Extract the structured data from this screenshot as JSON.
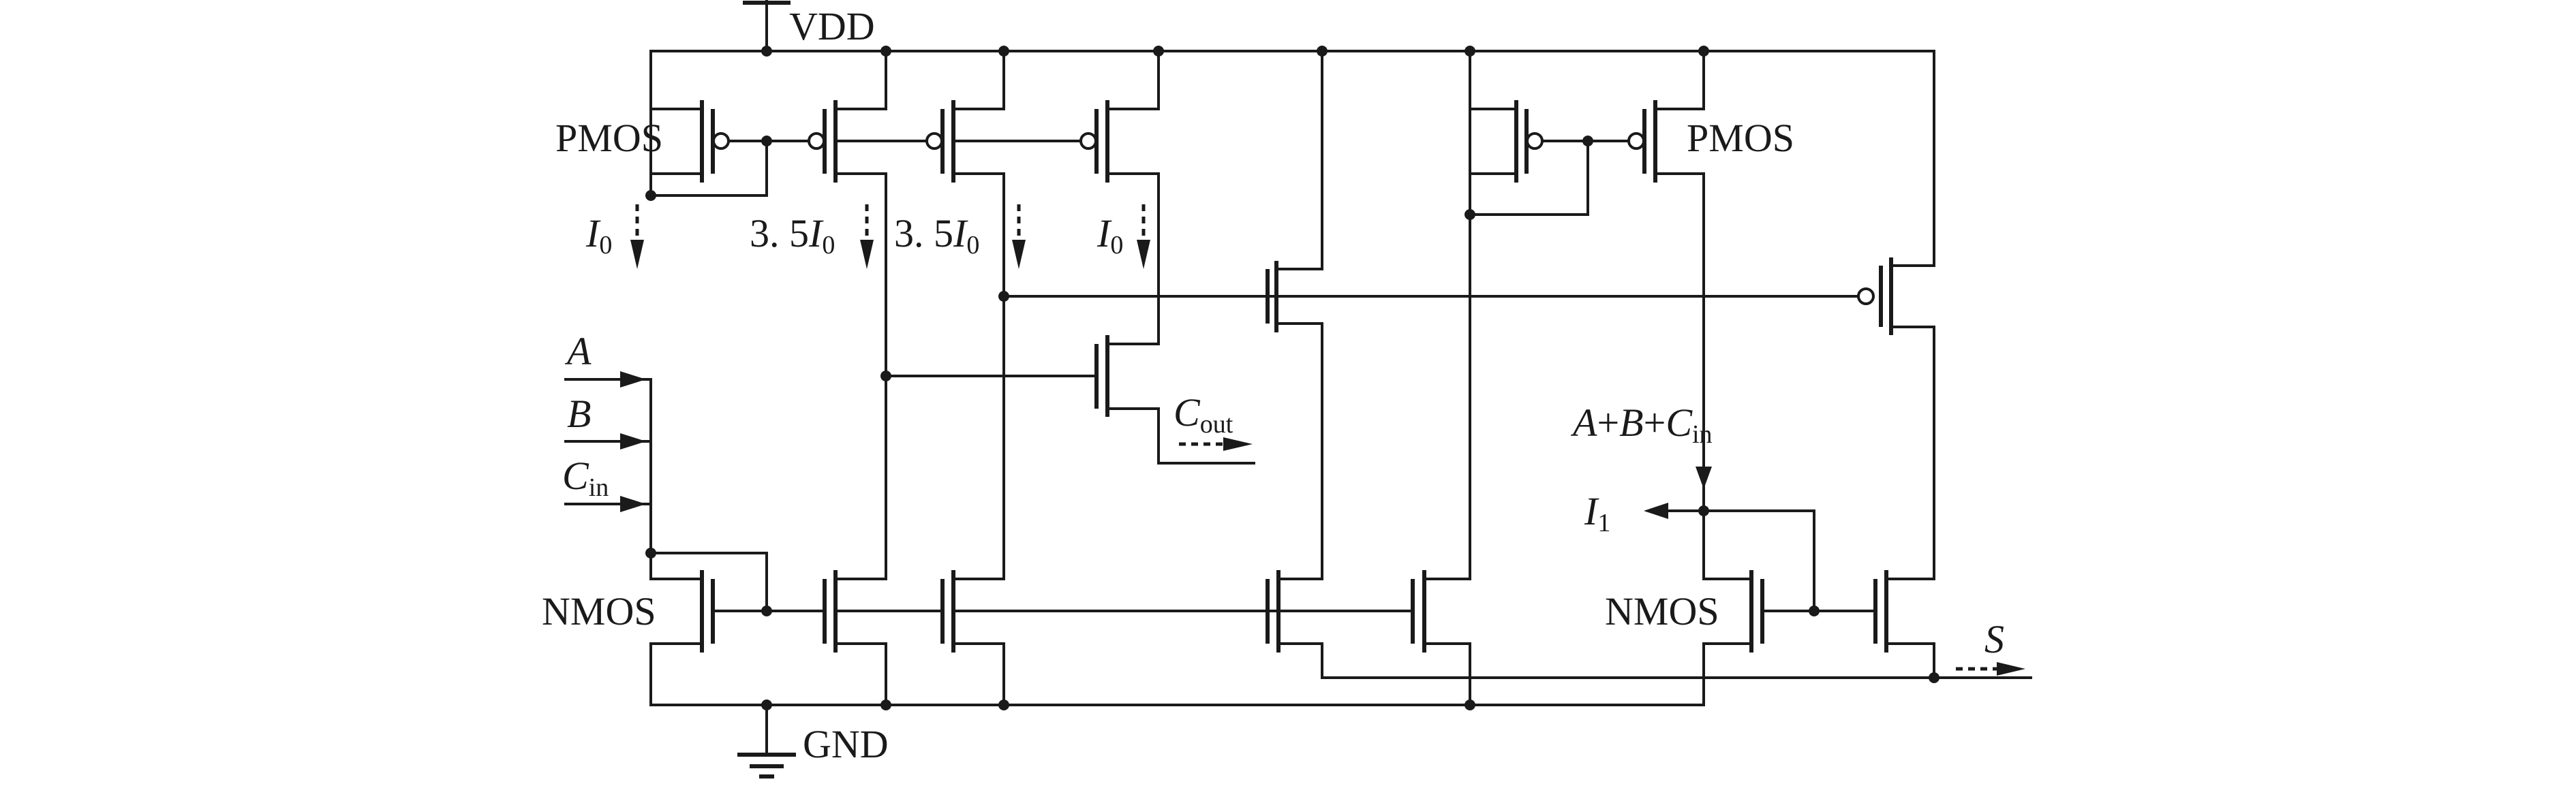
{
  "diagram": {
    "rails": {
      "vdd": "VDD",
      "gnd": "GND"
    },
    "device_types": {
      "pmos_left": "PMOS",
      "pmos_right": "PMOS",
      "nmos_left": "NMOS",
      "nmos_right": "NMOS"
    },
    "currents": {
      "i0_left": {
        "sym": "I",
        "sub": "0"
      },
      "i35_a": {
        "coef": "3. 5",
        "sym": "I",
        "sub": "0"
      },
      "i35_b": {
        "coef": "3. 5",
        "sym": "I",
        "sub": "0"
      },
      "i0_right": {
        "sym": "I",
        "sub": "0"
      },
      "i1": {
        "sym": "I",
        "sub": "1"
      }
    },
    "inputs": {
      "a": "A",
      "b": "B",
      "cin": {
        "sym": "C",
        "sub": "in"
      }
    },
    "outputs": {
      "cout": {
        "sym": "C",
        "sub": "out"
      },
      "s": "S"
    },
    "node_sum": {
      "a": "A",
      "plus1": "+",
      "b": "B",
      "plus2": "+",
      "c": "C",
      "sub": "in"
    }
  }
}
